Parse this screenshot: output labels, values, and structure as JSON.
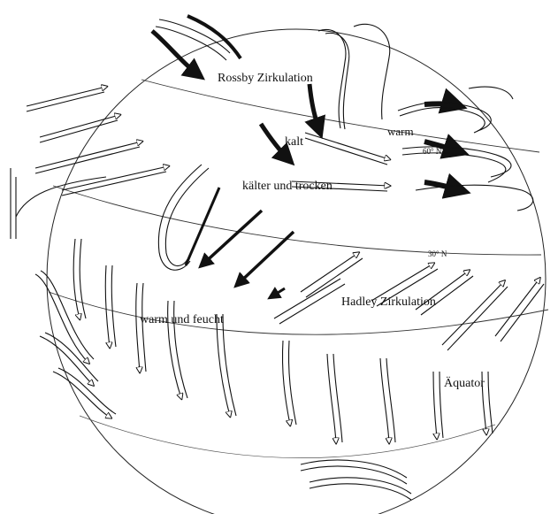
{
  "labels": {
    "rossby": "Rossby Zirkulation",
    "kalt": "kalt",
    "warm_top": "warm",
    "kaelter": "kälter und trocken",
    "warm_feucht": "warm und feucht",
    "hadley": "Hadley Zirkulation",
    "aequator": "Äquator",
    "lat60": "60° N",
    "lat30": "30° N"
  },
  "colors": {
    "ink": "#111111",
    "background": "#ffffff",
    "arrow_fill": "#ffffff"
  },
  "icons": {
    "open_arrow": "hollow-ribbon-arrow",
    "solid_arrow": "filled-ribbon-arrow"
  }
}
